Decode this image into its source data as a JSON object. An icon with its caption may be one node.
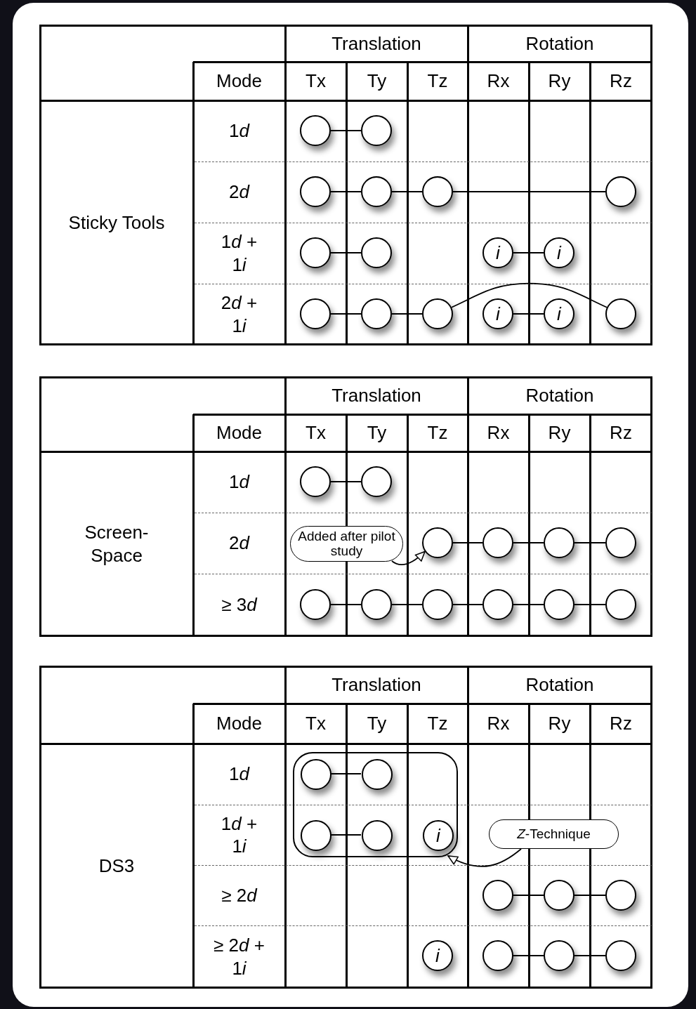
{
  "diagram": {
    "nodes": [
      {
        "text": [],
        "shape": "circle"
      },
      {
        "text": [],
        "shape": "circle"
      },
      {
        "text": [],
        "shape": "circle"
      },
      {
        "text": [],
        "shape": "circle"
      },
      {
        "text": [],
        "shape": "circle"
      },
      {
        "text": [],
        "shape": "circle"
      },
      {
        "text": [],
        "shape": "circle"
      },
      {
        "text": [],
        "shape": "circle"
      },
      {
        "text": [
          "i"
        ]
      },
      {
        "text": [
          "i"
        ]
      },
      {
        "text": [],
        "shape": "circle"
      },
      {
        "text": [],
        "shape": "circle"
      },
      {
        "text": [],
        "shape": "circle"
      },
      {
        "text": [
          "i"
        ]
      },
      {
        "text": [
          "i"
        ]
      },
      {
        "text": [],
        "shape": "circle"
      },
      {
        "text": [],
        "shape": "circle"
      },
      {
        "text": [],
        "shape": "circle"
      },
      {
        "text": [
          "Added after pilot study"
        ]
      },
      {
        "text": [],
        "shape": "circle"
      },
      {
        "text": [],
        "shape": "circle"
      },
      {
        "text": [],
        "shape": "circle"
      },
      {
        "text": [],
        "shape": "circle"
      },
      {
        "text": [],
        "shape": "circle"
      },
      {
        "text": [],
        "shape": "circle"
      },
      {
        "text": [],
        "shape": "circle"
      },
      {
        "text": [],
        "shape": "circle"
      },
      {
        "text": [],
        "shape": "circle"
      },
      {
        "text": [],
        "shape": "circle"
      },
      {
        "text": [],
        "shape": "box"
      },
      {
        "text": [],
        "shape": "circle",
        "in": 29
      },
      {
        "text": [],
        "shape": "circle",
        "in": 29
      },
      {
        "text": [],
        "shape": "circle",
        "in": 29
      },
      {
        "text": [],
        "shape": "circle",
        "in": 29
      },
      {
        "text": [
          "i"
        ],
        "in": 29
      },
      {
        "text": [
          "*Z*-Technique"
        ]
      },
      {
        "text": [],
        "shape": "circle"
      },
      {
        "text": [],
        "shape": "circle"
      },
      {
        "text": [],
        "shape": "circle"
      },
      {
        "text": [
          "i"
        ]
      },
      {
        "text": [],
        "shape": "circle"
      },
      {
        "text": [],
        "shape": "circle"
      },
      {
        "text": [],
        "shape": "circle"
      }
    ],
    "edges": [
      {
        "from": 0,
        "to": 1,
        "arrow": "none"
      },
      {
        "from": 2,
        "to": 3,
        "arrow": "none"
      },
      {
        "from": 3,
        "to": 4,
        "arrow": "none"
      },
      {
        "from": 4,
        "to": 5,
        "arrow": "none"
      },
      {
        "from": 6,
        "to": 7,
        "arrow": "none"
      },
      {
        "from": 8,
        "to": 9,
        "arrow": "none"
      },
      {
        "from": 10,
        "to": 11,
        "arrow": "none"
      },
      {
        "from": 11,
        "to": 12,
        "arrow": "none"
      },
      {
        "from": 12,
        "to": 15,
        "arrow": "none"
      },
      {
        "from": 13,
        "to": 14,
        "arrow": "none"
      },
      {
        "from": 16,
        "to": 17,
        "arrow": "none"
      },
      {
        "from": 19,
        "to": 20,
        "arrow": "none"
      },
      {
        "from": 20,
        "to": 21,
        "arrow": "none"
      },
      {
        "from": 21,
        "to": 22,
        "arrow": "none"
      },
      {
        "from": 18,
        "to": 19,
        "arrow": "to"
      },
      {
        "from": 23,
        "to": 24,
        "arrow": "none"
      },
      {
        "from": 24,
        "to": 25,
        "arrow": "none"
      },
      {
        "from": 25,
        "to": 26,
        "arrow": "none"
      },
      {
        "from": 26,
        "to": 27,
        "arrow": "none"
      },
      {
        "from": 27,
        "to": 28,
        "arrow": "none"
      },
      {
        "from": 30,
        "to": 31,
        "arrow": "none"
      },
      {
        "from": 32,
        "to": 33,
        "arrow": "none"
      },
      {
        "from": 35,
        "to": 29,
        "arrow": "to"
      },
      {
        "from": 36,
        "to": 37,
        "arrow": "none"
      },
      {
        "from": 37,
        "to": 38,
        "arrow": "none"
      },
      {
        "from": 40,
        "to": 41,
        "arrow": "none"
      },
      {
        "from": 41,
        "to": 42,
        "arrow": "none"
      }
    ],
    "labels": [
      "Translation",
      "Rotation",
      "Mode",
      "Tx",
      "Ty",
      "Tz",
      "Rx",
      "Ry",
      "Rz",
      "Sticky Tools",
      "1d",
      "2d",
      "1d + 1i",
      "2d + 1i",
      "Translation",
      "Rotation",
      "Mode",
      "Tx",
      "Ty",
      "Tz",
      "Rx",
      "Ry",
      "Rz",
      "Screen-Space",
      "1d",
      "2d",
      "≥ 3d",
      "Translation",
      "Rotation",
      "Mode",
      "Tx",
      "Ty",
      "Tz",
      "Rx",
      "Ry",
      "Rz",
      "DS3",
      "1d",
      "1d + 1i",
      "≥ 2d",
      "≥ 2d + 1i"
    ]
  }
}
